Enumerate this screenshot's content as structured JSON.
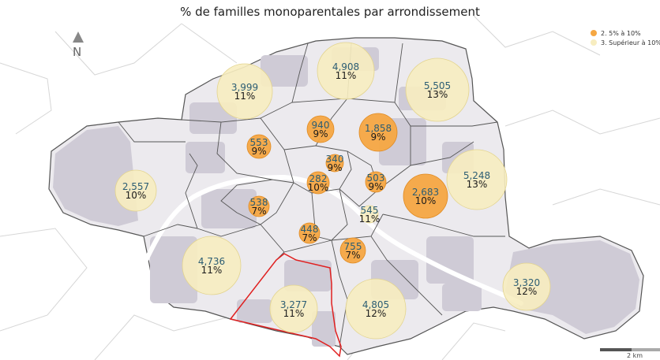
{
  "title": "% de familles monoparentales par arrondissement",
  "north_label": "N",
  "scale_label": "2 km",
  "colors": {
    "class2": "#f5a742",
    "class2_stroke": "#e08a20",
    "class3": "#f7edc0",
    "class3_stroke": "#e3d48e",
    "paris_fill": "#eceaee",
    "blocks_fill": "#cfcbd6",
    "boundary": "#555555",
    "outer_lines": "#d6d6d6",
    "highlight": "#e02020"
  },
  "legend": [
    {
      "label": "2. 5% à 10%",
      "class": "class2"
    },
    {
      "label": "3. Supérieur à 10%",
      "class": "class3"
    }
  ],
  "arrondissements": [
    {
      "count": "282",
      "pct": "10%",
      "class": "class2"
    },
    {
      "count": "340",
      "pct": "9%",
      "class": "class2"
    },
    {
      "count": "940",
      "pct": "9%",
      "class": "class2"
    },
    {
      "count": "503",
      "pct": "9%",
      "class": "class2"
    },
    {
      "count": "545",
      "pct": "11%",
      "class": "class3"
    },
    {
      "count": "538",
      "pct": "7%",
      "class": "class2"
    },
    {
      "count": "448",
      "pct": "7%",
      "class": "class2"
    },
    {
      "count": "553",
      "pct": "9%",
      "class": "class2"
    },
    {
      "count": "755",
      "pct": "7%",
      "class": "class2"
    },
    {
      "count": "1,858",
      "pct": "9%",
      "class": "class2"
    },
    {
      "count": "2,683",
      "pct": "10%",
      "class": "class2"
    },
    {
      "count": "5,248",
      "pct": "13%",
      "class": "class3"
    },
    {
      "count": "3,320",
      "pct": "12%",
      "class": "class3"
    },
    {
      "count": "4,805",
      "pct": "12%",
      "class": "class3"
    },
    {
      "count": "3,277",
      "pct": "11%",
      "class": "class3"
    },
    {
      "count": "4,736",
      "pct": "11%",
      "class": "class3"
    },
    {
      "count": "2,557",
      "pct": "10%",
      "class": "class3"
    },
    {
      "count": "3,999",
      "pct": "11%",
      "class": "class3"
    },
    {
      "count": "4,908",
      "pct": "11%",
      "class": "class3"
    },
    {
      "count": "5,505",
      "pct": "13%",
      "class": "class3"
    }
  ]
}
